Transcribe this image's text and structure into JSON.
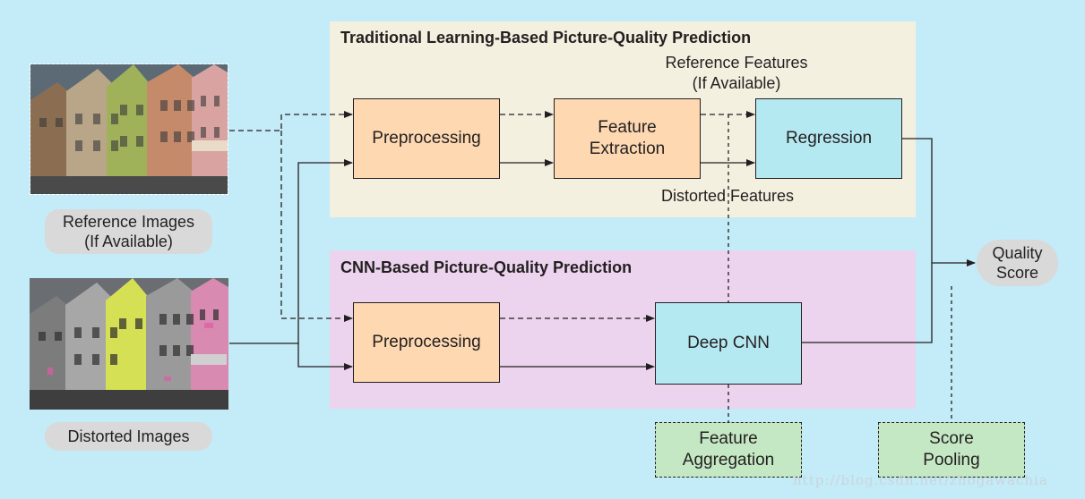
{
  "top_panel": {
    "title": "Traditional Learning-Based Picture-Quality Prediction"
  },
  "bottom_panel": {
    "title": "CNN-Based Picture-Quality Prediction"
  },
  "boxes": {
    "preprocessing_top": "Preprocessing",
    "feature_extraction": "Feature\nExtraction",
    "regression": "Regression",
    "preprocessing_bottom": "Preprocessing",
    "deep_cnn": "Deep CNN",
    "feature_aggregation": "Feature\nAggregation",
    "score_pooling": "Score\nPooling"
  },
  "labels": {
    "reference_features": "Reference Features\n(If Available)",
    "distorted_features": "Distorted Features"
  },
  "pills": {
    "reference_images": "Reference Images\n(If Available)",
    "distorted_images": "Distorted Images",
    "quality_score": "Quality\nScore"
  },
  "watermark": "http://blog.csdn.net/zhogawachia",
  "colors": {
    "background": "#c4ebf8",
    "top_panel": "#f4f0e0",
    "bottom_panel": "#ecd4ee",
    "orange_box": "#fdd8b1",
    "cyan_box": "#b5e9f2",
    "green_box": "#c4e8c3",
    "pill": "#d9d9d9"
  }
}
